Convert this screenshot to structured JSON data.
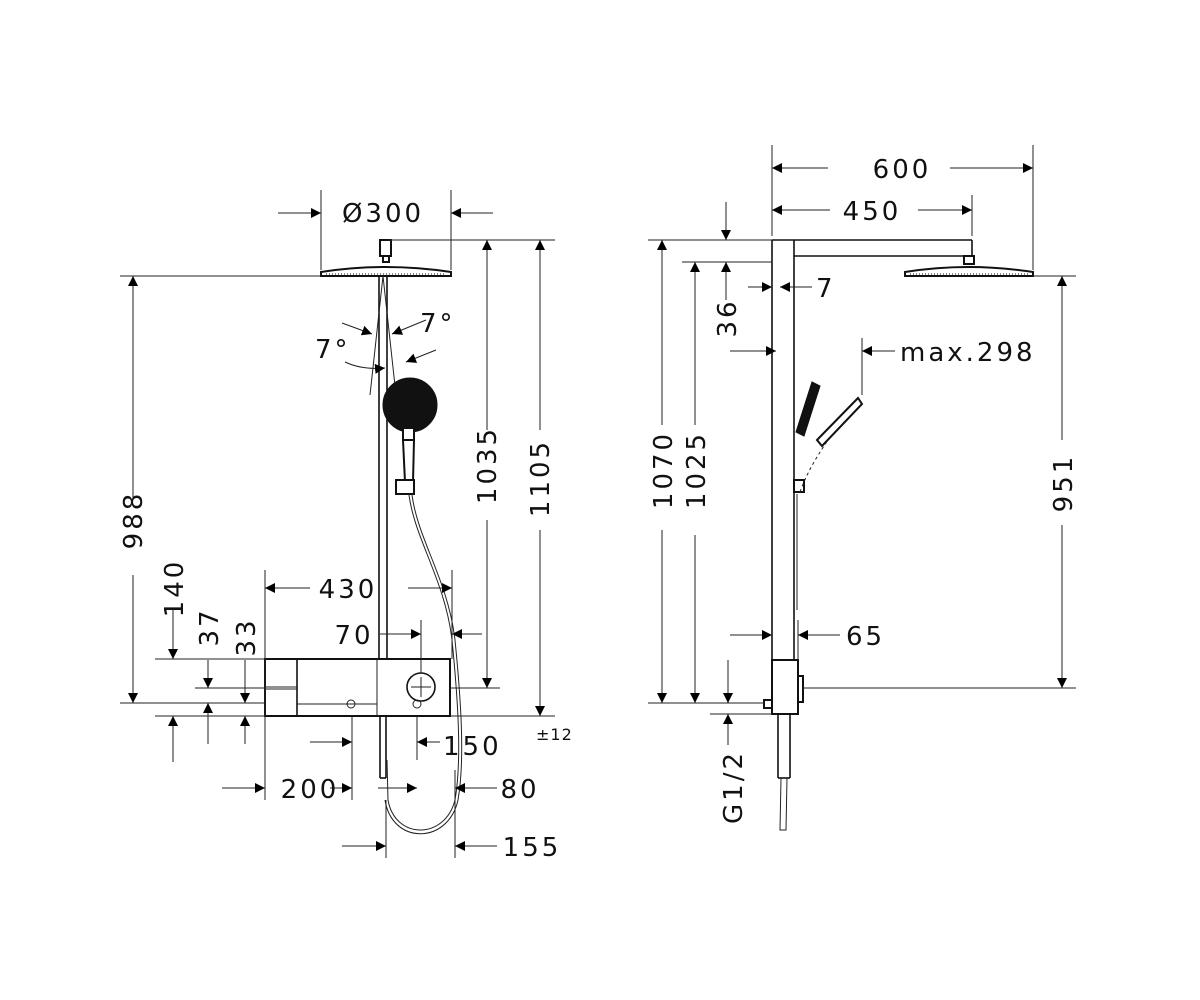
{
  "front_view": {
    "dimensions": {
      "head_diameter": "Ø300",
      "height_988": "988",
      "height_1035": "1035",
      "height_1105": "1105",
      "width_430": "430",
      "width_70": "70",
      "dim_140": "140",
      "dim_37": "37",
      "dim_33": "33",
      "dim_150": "150",
      "tolerance_150": "±12",
      "dim_200": "200",
      "dim_80": "80",
      "dim_155": "155",
      "angle_right": "7°",
      "angle_left": "7°"
    }
  },
  "side_view": {
    "dimensions": {
      "width_600": "600",
      "width_450": "450",
      "dim_7": "7",
      "dim_36": "36",
      "max_298": "max.298",
      "height_1070": "1070",
      "height_1025": "1025",
      "height_951": "951",
      "dim_65": "65",
      "thread": "G1/2"
    }
  }
}
